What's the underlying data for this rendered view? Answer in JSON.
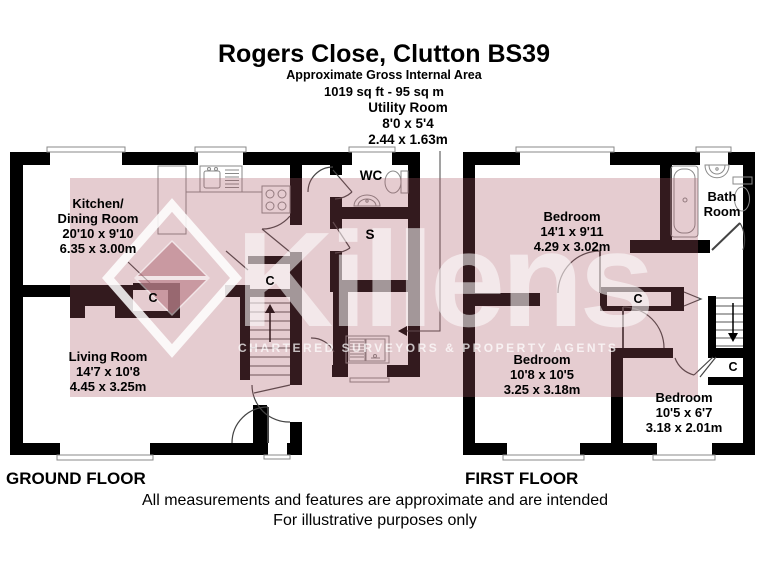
{
  "header": {
    "title": "Rogers Close, Clutton BS39",
    "subtitle": "Approximate Gross Internal Area",
    "area": "1019 sq ft - 95 sq m"
  },
  "callout": {
    "name": "Utility Room",
    "dims_ft": "8'0 x 5'4",
    "dims_m": "2.44 x 1.63m"
  },
  "rooms": {
    "kitchen": {
      "line1": "Kitchen/",
      "line2": "Dining Room",
      "dims_ft": "20'10 x 9'10",
      "dims_m": "6.35 x 3.00m"
    },
    "living": {
      "name": "Living Room",
      "dims_ft": "14'7 x 10'8",
      "dims_m": "4.45 x 3.25m"
    },
    "wc": {
      "name": "WC"
    },
    "store": {
      "name": "S"
    },
    "bedroom1": {
      "name": "Bedroom",
      "dims_ft": "14'1 x 9'11",
      "dims_m": "4.29 x 3.02m"
    },
    "bedroom2": {
      "name": "Bedroom",
      "dims_ft": "10'8 x 10'5",
      "dims_m": "3.25 x 3.18m"
    },
    "bedroom3": {
      "name": "Bedroom",
      "dims_ft": "10'5 x 6'7",
      "dims_m": "3.18 x 2.01m"
    },
    "bathroom": {
      "line1": "Bath",
      "line2": "Room"
    },
    "cupboard": {
      "label": "C"
    }
  },
  "floors": {
    "ground": "GROUND FLOOR",
    "first": "FIRST FLOOR"
  },
  "watermark": {
    "brand": "Killens",
    "tagline": "CHARTERED SURVEYORS & PROPERTY AGENTS",
    "band_color": "#e6cdd1",
    "logo_accent": "#a8556a",
    "wall_color": "#000000"
  },
  "footer": {
    "line1": "All measurements and features are approximate and are intended",
    "line2": "For illustrative purposes only"
  }
}
